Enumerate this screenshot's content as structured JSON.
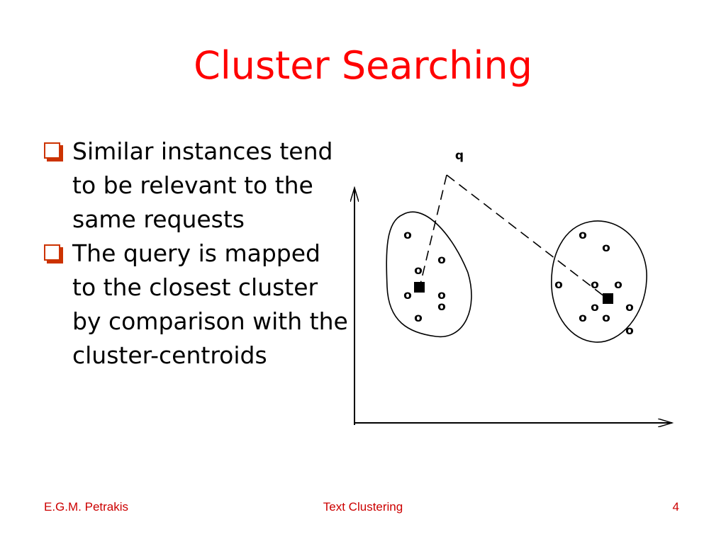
{
  "slide": {
    "title": "Cluster Searching",
    "bullets": [
      {
        "text": "Similar instances tend to be relevant to the same requests"
      },
      {
        "text": "The query is mapped to the closest cluster by comparison with the cluster-centroids"
      }
    ]
  },
  "diagram": {
    "query_label": "q",
    "point_glyph": "o"
  },
  "footer": {
    "author": "E.G.M. Petrakis",
    "topic": "Text Clustering",
    "page": "4"
  },
  "colors": {
    "title": "#ff0000",
    "bullet": "#cc3300",
    "footer": "#cc0000"
  }
}
